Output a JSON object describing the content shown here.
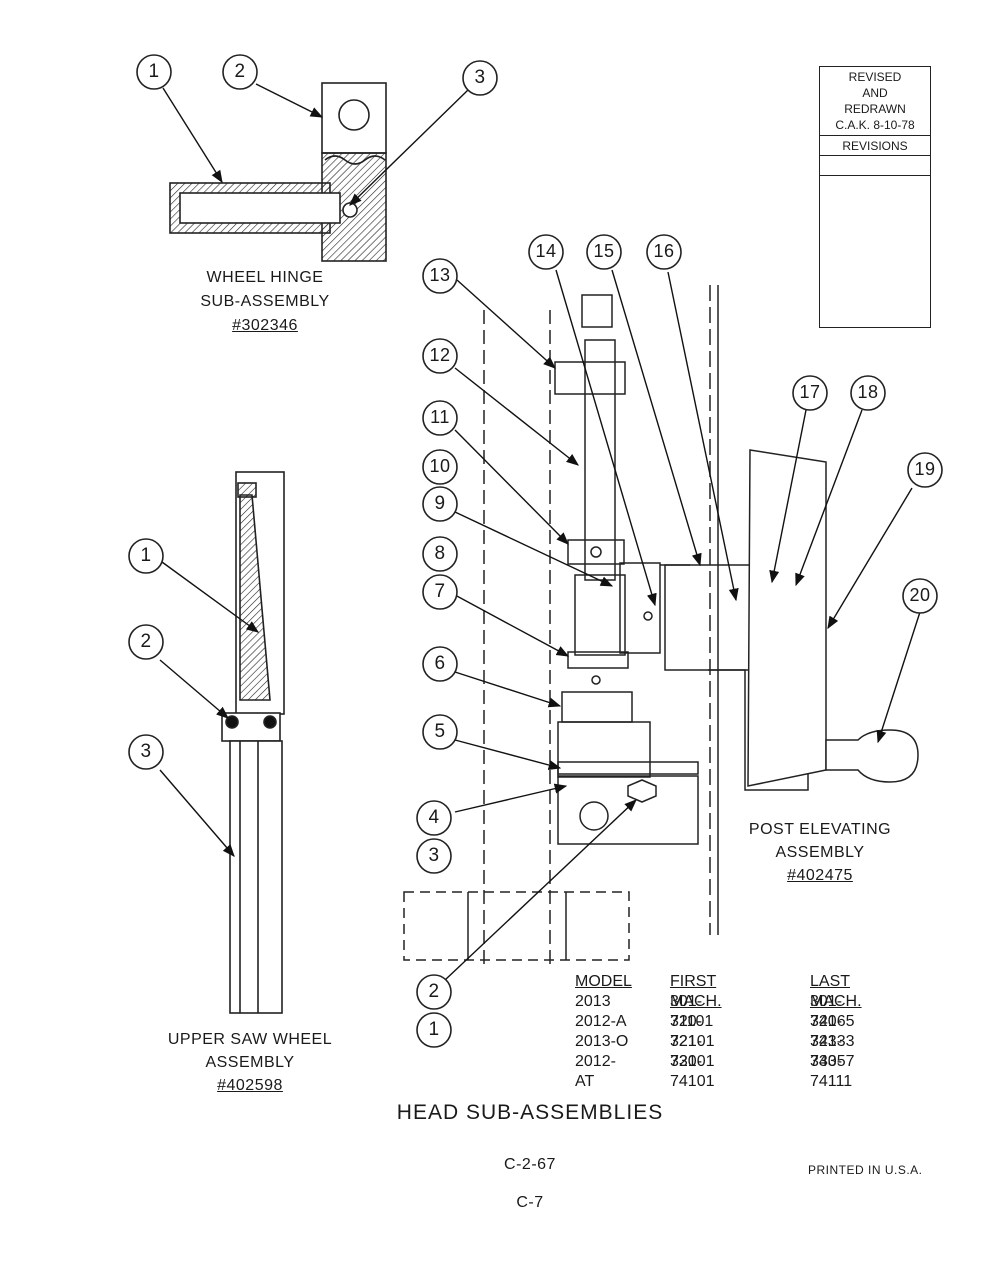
{
  "wheel_hinge": {
    "title_line1": "WHEEL HINGE",
    "title_line2": "SUB-ASSEMBLY",
    "part_number": "#302346",
    "callouts": [
      "1",
      "2",
      "3"
    ]
  },
  "upper_saw_wheel": {
    "title_line1": "UPPER SAW WHEEL",
    "title_line2": "ASSEMBLY",
    "part_number": "#402598",
    "callouts": [
      "1",
      "2",
      "3"
    ]
  },
  "post_elevating": {
    "title_line1": "POST ELEVATING",
    "title_line2": "ASSEMBLY",
    "part_number": "#402475",
    "callouts": [
      "1",
      "2",
      "3",
      "4",
      "5",
      "6",
      "7",
      "8",
      "9",
      "10",
      "11",
      "12",
      "13",
      "14",
      "15",
      "16",
      "17",
      "18",
      "19",
      "20"
    ]
  },
  "revisions": {
    "line1": "REVISED",
    "line2": "AND",
    "line3": "REDRAWN",
    "line4": "C.A.K. 8-10-78",
    "label": "REVISIONS"
  },
  "model_table": {
    "headers": [
      "MODEL",
      "FIRST MACH.",
      "LAST MACH."
    ],
    "rows": [
      [
        "2013",
        "301-71101",
        "301-74165"
      ],
      [
        "2012-A",
        "320-72101",
        "320-74333"
      ],
      [
        "2013-O",
        "321-72101",
        "321-74357"
      ],
      [
        "2012-AT",
        "330-74101",
        "330-74111"
      ]
    ]
  },
  "footer": {
    "title": "HEAD SUB-ASSEMBLIES",
    "code": "C-2-67",
    "page": "C-7",
    "printed": "PRINTED IN U.S.A."
  }
}
